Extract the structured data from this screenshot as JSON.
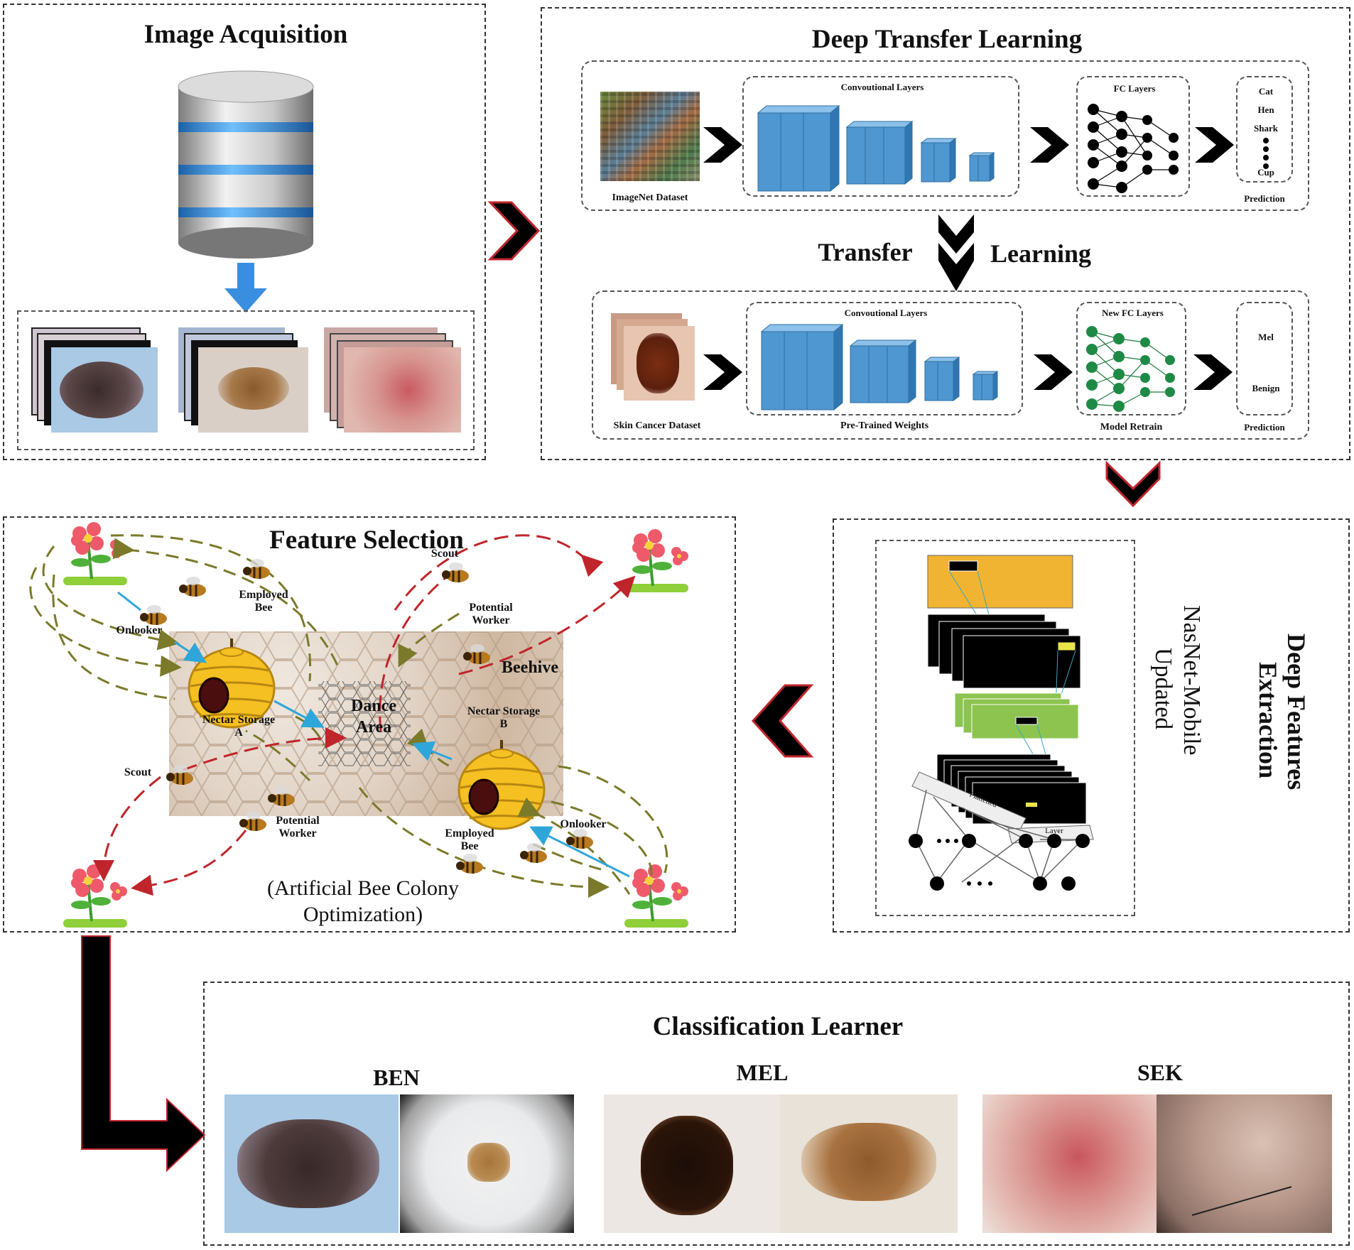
{
  "panels": {
    "image_acquisition": {
      "title": "Image Acquisition"
    },
    "deep_transfer_learning": {
      "title": "Deep Transfer Learning",
      "transfer_word": "Transfer",
      "learning_word": "Learning",
      "top": {
        "conv_label": "Convoutional Layers",
        "fc_label": "FC Layers",
        "dataset_label": "ImageNet Dataset",
        "prediction_label": "Prediction",
        "classes": [
          "Cat",
          "Hen",
          "Shark",
          "Cup"
        ]
      },
      "bottom": {
        "conv_label": "Convoutional Layers",
        "fc_label": "New FC Layers",
        "dataset_label": "Skin Cancer Dataset",
        "weights_label": "Pre-Trained Weights",
        "retrain_label": "Model Retrain",
        "prediction_label": "Prediction",
        "classes": [
          "Mel",
          "Benign"
        ]
      }
    },
    "deep_features": {
      "title_line1": "Deep Features",
      "title_line2": "Extraction",
      "model_line1": "NasNet-Mobile",
      "model_line2": "Updated",
      "flattened_label": "Flattened",
      "layer_label": "Layer"
    },
    "feature_selection": {
      "title": "Feature Selection",
      "scout_top": "Scout",
      "employed_bee_top_1": "Employed",
      "employed_bee_top_2": "Bee",
      "onlooker_left": "Onlooker",
      "potential_worker_top_1": "Potential",
      "potential_worker_top_2": "Worker",
      "beehive": "Beehive",
      "dance_area_1": "Dance",
      "dance_area_2": "Area",
      "nectar_a_1": "Nectar Storage",
      "nectar_a_2": "A",
      "nectar_b_1": "Nectar Storage",
      "nectar_b_2": "B",
      "scout_left": "Scout",
      "potential_worker_bottom_1": "Potential",
      "potential_worker_bottom_2": "Worker",
      "employed_bee_bottom_1": "Employed",
      "employed_bee_bottom_2": "Bee",
      "onlooker_right": "Onlooker",
      "caption_1": "(Artificial Bee Colony",
      "caption_2": "Optimization)"
    },
    "classification": {
      "title": "Classification Learner",
      "classes": [
        "BEN",
        "MEL",
        "SEK"
      ]
    }
  },
  "colors": {
    "conv_blue": "#4f97d1",
    "fc_node_green": "#1e8a45",
    "feature_map_orange": "#f0b432",
    "feature_map_green": "#8cc44f",
    "db_band_blue": "#3d8fd8",
    "arrow_red": "#c0252b",
    "arrow_olive": "#7a7a2a",
    "arrow_blue": "#2ea6d9"
  }
}
